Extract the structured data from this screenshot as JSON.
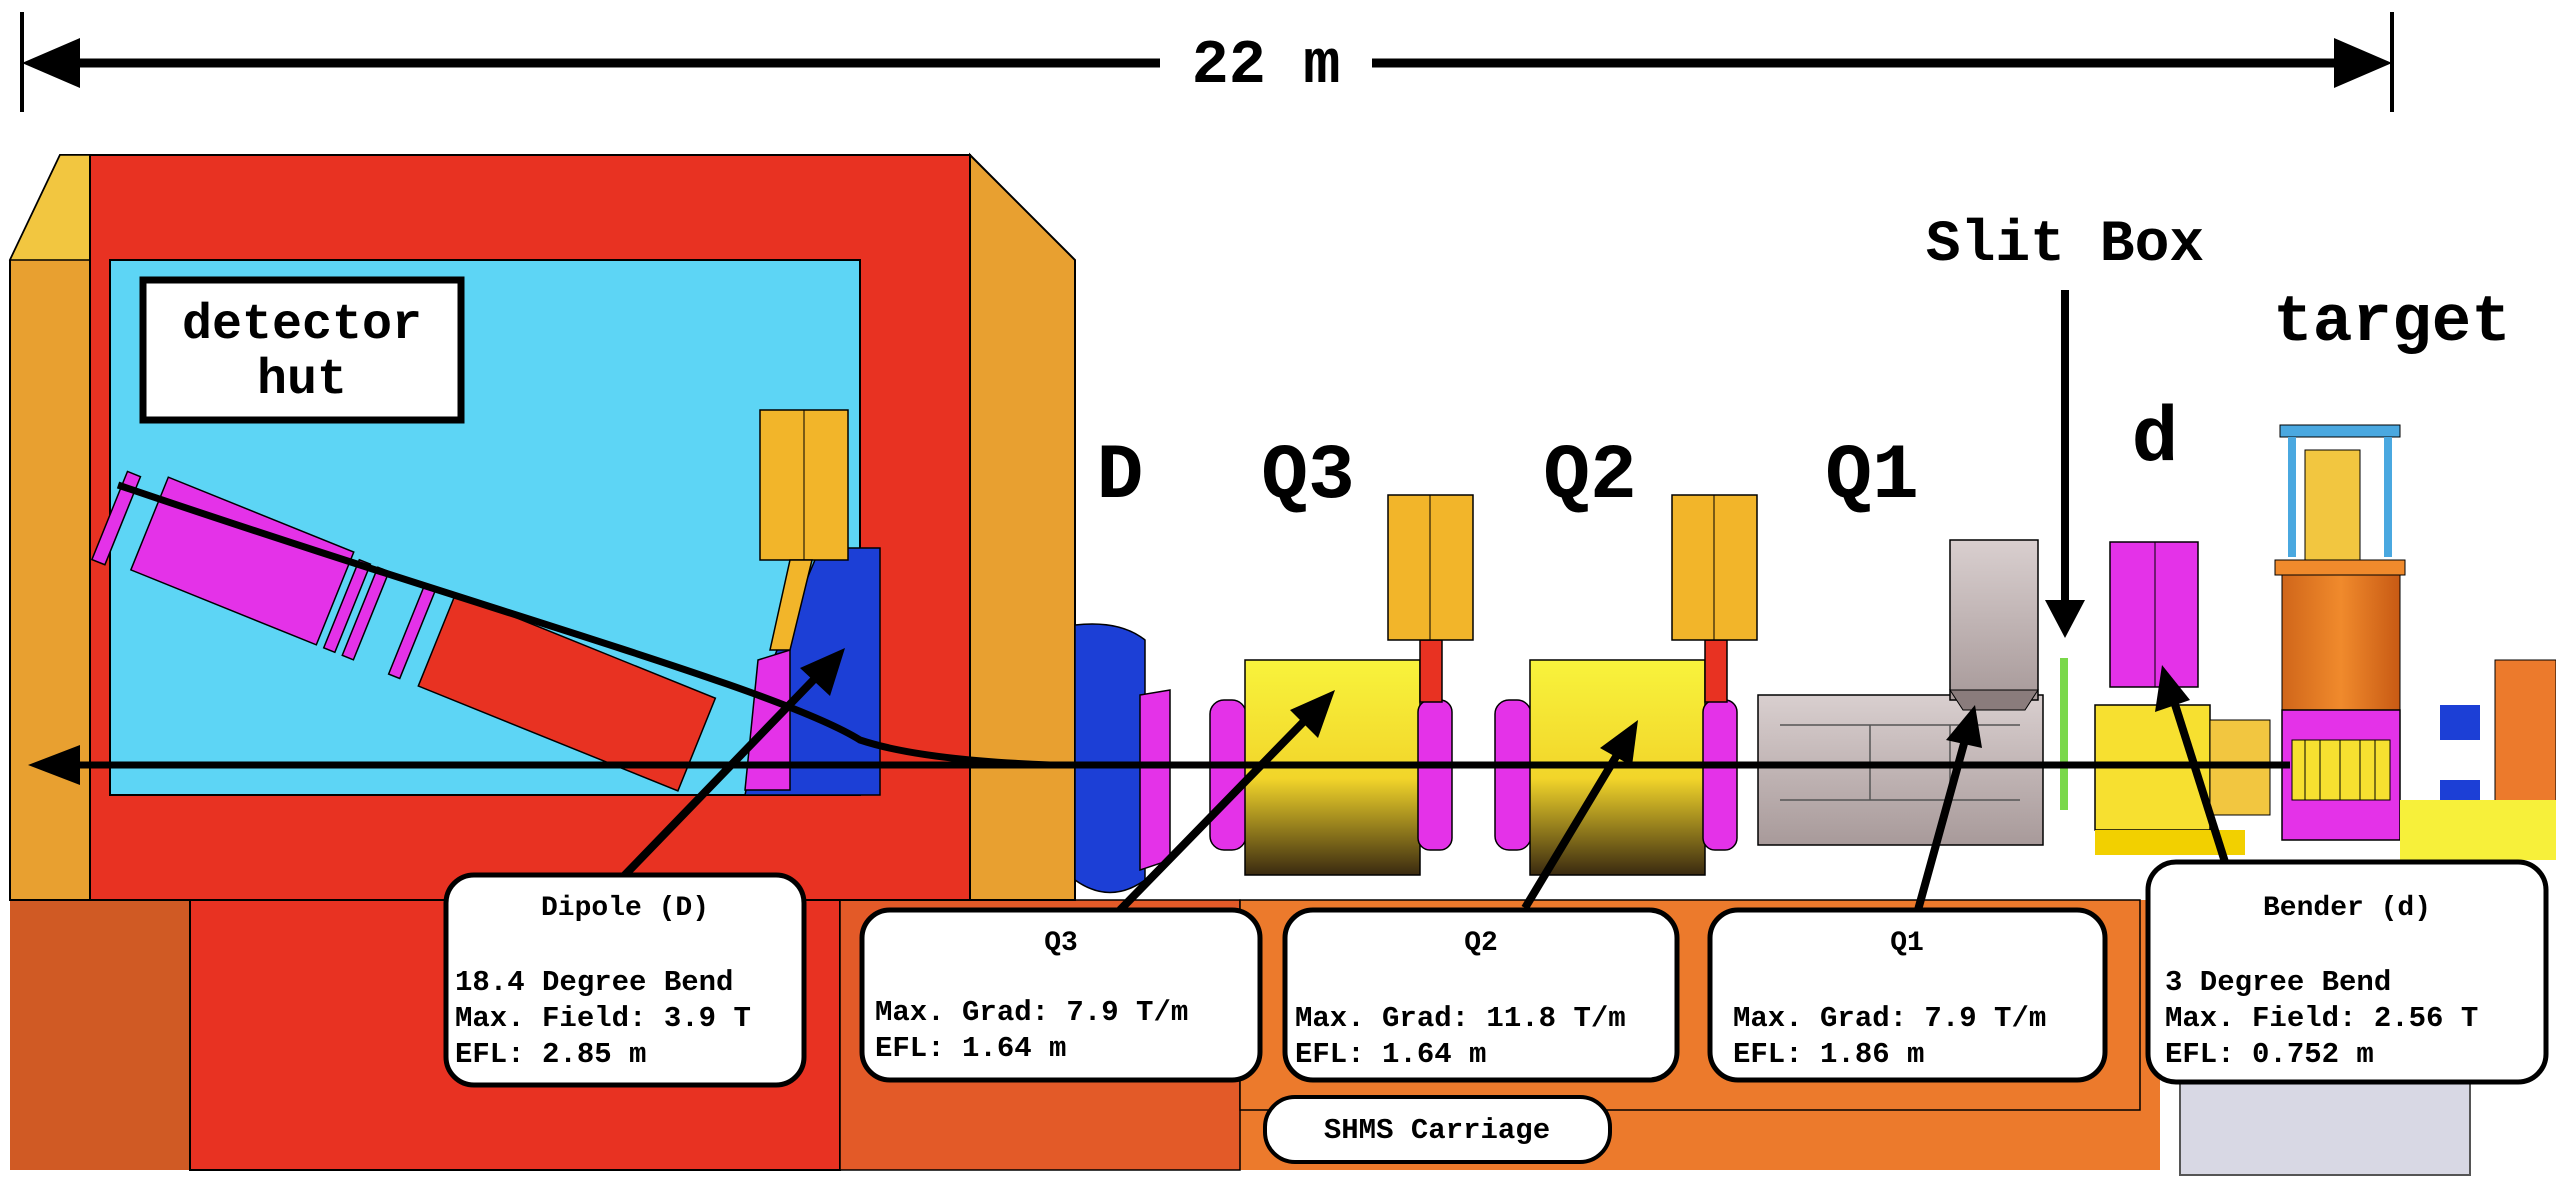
{
  "scale": {
    "label": "22 m"
  },
  "labels": {
    "detector_hut_line1": "detector",
    "detector_hut_line2": "hut",
    "D": "D",
    "Q3": "Q3",
    "Q2": "Q2",
    "Q1": "Q1",
    "d": "d",
    "slit_box": "Slit Box",
    "target": "target"
  },
  "boxes": {
    "dipole": {
      "title": "Dipole (D)",
      "line1": "18.4 Degree Bend",
      "line2": "Max. Field: 3.9 T",
      "line3": "EFL: 2.85 m"
    },
    "q3": {
      "title": "Q3",
      "line1": "Max. Grad: 7.9 T/m",
      "line2": "EFL: 1.64 m"
    },
    "q2": {
      "title": "Q2",
      "line1": "Max. Grad: 11.8 T/m",
      "line2": "EFL: 1.64 m"
    },
    "q1": {
      "title": "Q1",
      "line1": "Max. Grad: 7.9 T/m",
      "line2": "EFL: 1.86 m"
    },
    "bender": {
      "title": "Bender (d)",
      "line1": "3 Degree Bend",
      "line2": "Max. Field: 2.56 T",
      "line3": "EFL: 0.752 m"
    },
    "carriage": {
      "title": "SHMS Carriage"
    }
  },
  "colors": {
    "hut_red": "#e83222",
    "hut_orange": "#e8a030",
    "hut_interior": "#5dd5f5",
    "carriage": "#ec7a2c",
    "magnet_yellow": "#f7f03a",
    "magenta": "#e432e8",
    "dipole_blue": "#1c3fd6",
    "q1_gray": "#c9b9b9",
    "slit_green": "#7ad84a"
  }
}
